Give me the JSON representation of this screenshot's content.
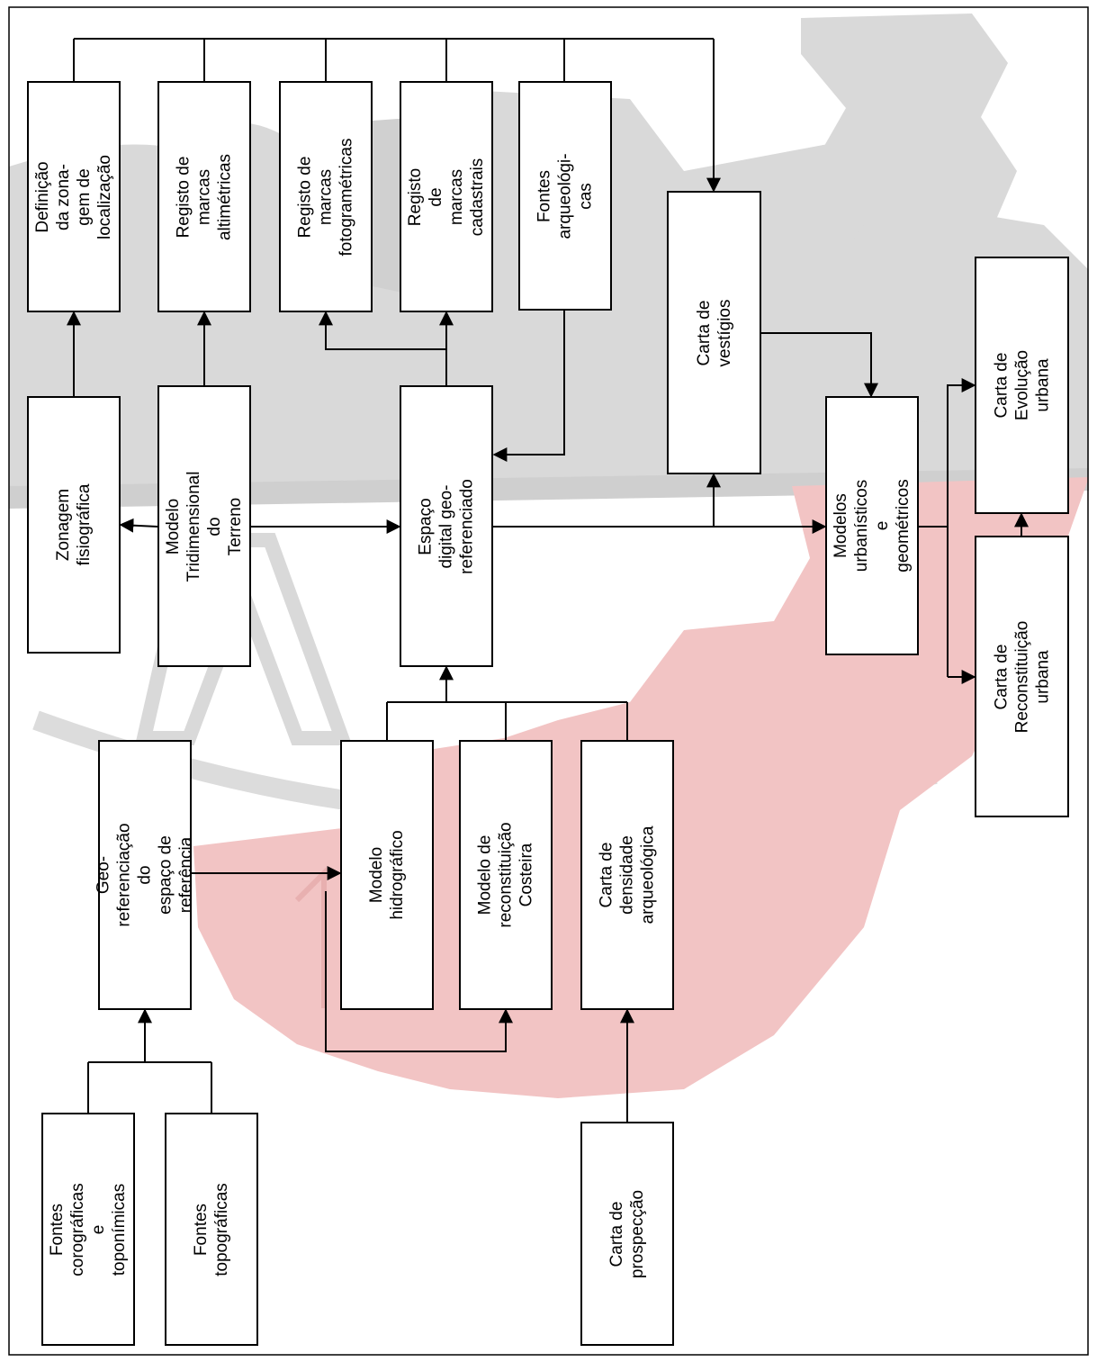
{
  "colors": {
    "watermark_gray": "#d9d9d9",
    "watermark_pink": "#f2c4c4",
    "line": "#000000"
  },
  "boxes": {
    "definicao": "Definição da zona-\ngem de localização",
    "altimetricas": "Registo de marcas\naltimétricas",
    "fotogrametricas": "Registo de marcas\nfotogramétricas",
    "cadastrais": "Registo de marcas\ncadastrais",
    "arqueologicas": "Fontes arqueológi-\ncas",
    "vestigios": "Carta de vestígios",
    "evolucao": "Carta de Evolução\nurbana",
    "zonagem": "Zonagem fisiográfica",
    "tridimensional": "Modelo Tridimensional do\nTerreno",
    "espaco_digital": "Espaço digital geo-\nreferenciado",
    "modelos_urbanisticos": "Modelos urbanísticos e\ngeométricos",
    "reconstituicao_urbana": "Carta de Reconstituição\nurbana",
    "georeferenciacao": "Geo-referenciação do\nespaço de referência",
    "hidrografico": "Modelo hidrográfico",
    "costeira": "Modelo de reconstituição\nCosteira",
    "densidade": "Carta de densidade\narqueológica",
    "corograficas": "Fontes corográficas e\ntoponímicas",
    "topograficas": "Fontes topográficas",
    "prospeccao": "Carta de prospecção"
  }
}
